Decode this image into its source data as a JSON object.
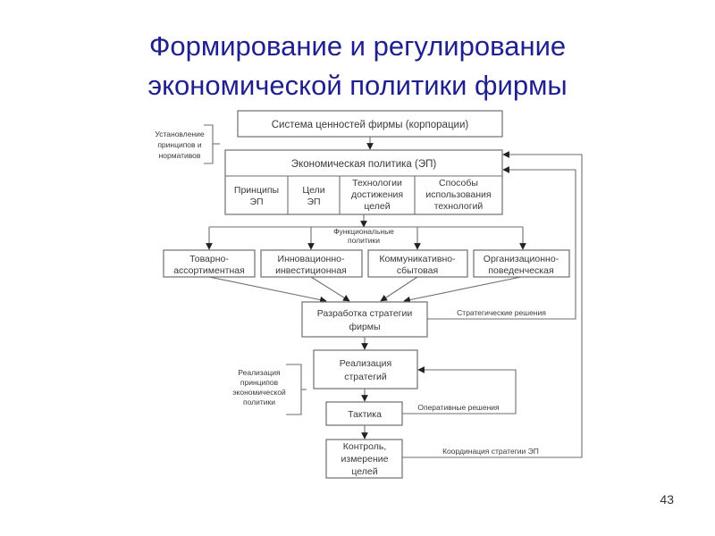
{
  "slide": {
    "title_line1": "Формирование и регулирование",
    "title_line2": "экономической политики фирмы",
    "page_number": "43"
  },
  "diagram": {
    "value_system": "Система ценностей  фирмы (корпорации)",
    "economic_policy": {
      "header": "Экономическая политика (ЭП)",
      "cells": [
        [
          "Принципы",
          "ЭП"
        ],
        [
          "Цели",
          "ЭП"
        ],
        [
          "Технологии",
          "достижения",
          "целей"
        ],
        [
          "Способы",
          "использования",
          "технологий"
        ]
      ]
    },
    "functional_label": [
      "Функциональные",
      "политики"
    ],
    "functional_policies": [
      [
        "Товарно-",
        "ассортиментная"
      ],
      [
        "Инновационно-",
        "инвестиционная"
      ],
      [
        "Коммуникативно-",
        "сбытовая"
      ],
      [
        "Организационно-",
        "поведенческая"
      ]
    ],
    "strategy_dev": [
      "Разработка стратегии",
      "фирмы"
    ],
    "strategy_impl": [
      "Реализация",
      "стратегий"
    ],
    "tactics": "Тактика",
    "control": [
      "Контроль,",
      "измерение",
      "целей"
    ],
    "side_notes": {
      "establishment": [
        "Установление",
        "принципов и",
        "нормативов"
      ],
      "realization": [
        "Реализация",
        "принципов",
        "экономической",
        "политики"
      ]
    },
    "feedback_labels": {
      "strategic": "Стратегические решения",
      "operational": "Оперативные решения",
      "coordination": "Координация стратегии ЭП"
    }
  }
}
